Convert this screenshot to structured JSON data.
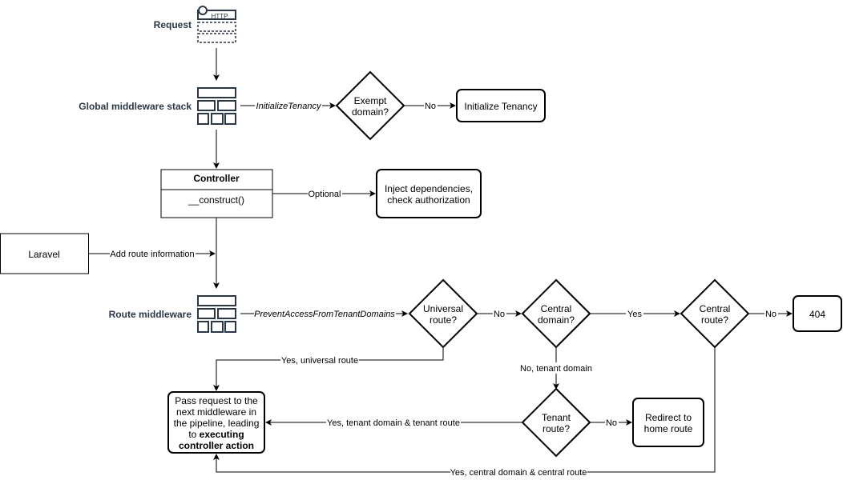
{
  "nodes": {
    "request": {
      "label": "Request",
      "icon": "http-request-icon",
      "icon_text": "HTTP"
    },
    "global_middleware": {
      "label": "Global middleware stack",
      "icon": "middleware-stack-icon"
    },
    "exempt_domain": {
      "lines": [
        "Exempt",
        "domain?"
      ]
    },
    "initialize_tenancy": {
      "label": "Initialize Tenancy"
    },
    "controller": {
      "title": "Controller",
      "method": "__construct()"
    },
    "inject": {
      "lines": [
        "Inject dependencies,",
        "check authorization"
      ]
    },
    "laravel": {
      "label": "Laravel"
    },
    "route_middleware": {
      "label": "Route middleware",
      "icon": "middleware-stack-icon"
    },
    "universal_route": {
      "lines": [
        "Universal",
        "route?"
      ]
    },
    "central_domain": {
      "lines": [
        "Central",
        "domain?"
      ]
    },
    "central_route": {
      "lines": [
        "Central",
        "route?"
      ]
    },
    "not_found": {
      "label": "404"
    },
    "tenant_route": {
      "lines": [
        "Tenant",
        "route?"
      ]
    },
    "redirect": {
      "lines": [
        "Redirect to",
        "home route"
      ]
    },
    "pass_request": {
      "lines": [
        "Pass request to the",
        "next middleware in",
        "the pipeline, leading",
        "to "
      ],
      "bold": [
        "executing",
        "controller action"
      ]
    }
  },
  "edges": {
    "initialize_tenancy": "InitializeTenancy",
    "exempt_no": "No",
    "optional": "Optional",
    "add_route_info": "Add route information",
    "prevent_access": "PreventAccessFromTenantDomains",
    "universal_no": "No",
    "central_domain_yes": "Yes",
    "central_route_no": "No",
    "universal_yes": "Yes, universal route",
    "no_tenant_domain": "No, tenant domain",
    "tenant_route_no": "No",
    "tenant_yes": "Yes, tenant domain & tenant route",
    "central_yes": "Yes, central domain & central route"
  }
}
